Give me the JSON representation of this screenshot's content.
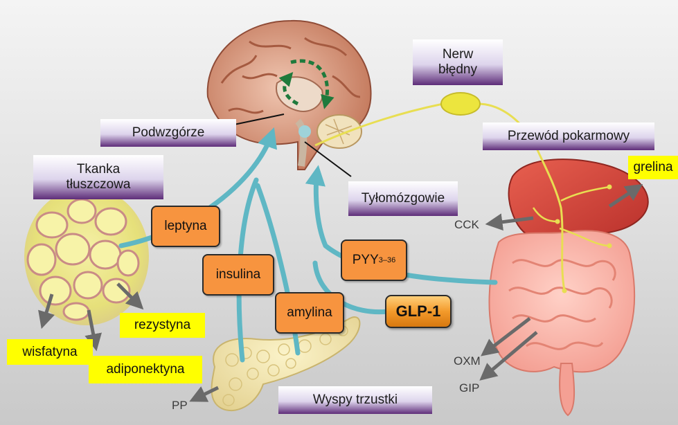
{
  "labels": {
    "nerw": "Nerw\nbłędny",
    "podwzgorze": "Podwzgórze",
    "przewod": "Przewód pokarmowy",
    "tkanka": "Tkanka\ntłuszczowa",
    "tylomozgowie": "Tyłomózgowie",
    "wyspy": "Wyspy trzustki"
  },
  "hormones": {
    "leptyna": "leptyna",
    "insulina": "insulina",
    "pyy_main": "PYY",
    "pyy_sub": "3–36",
    "amylina": "amylina",
    "glp1": "GLP-1"
  },
  "secreted": {
    "grelina": "grelina",
    "rezystyna": "rezystyna",
    "wisfatyna": "wisfatyna",
    "adiponektyna": "adiponektyna"
  },
  "gut_peptides": {
    "cck": "CCK",
    "oxm": "OXM",
    "gip": "GIP",
    "pp": "PP"
  },
  "colors": {
    "teal_arrow": "#5fb7c4",
    "vagus_nerve": "#e8de52",
    "orange_label": "#f7943f",
    "yellow_label": "#ffff00"
  }
}
